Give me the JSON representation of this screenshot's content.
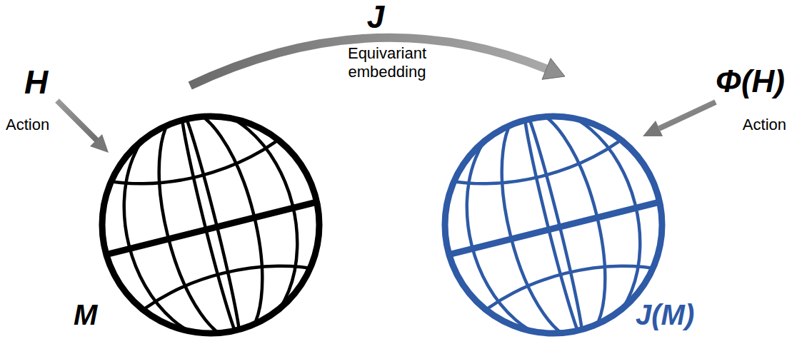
{
  "diagram": {
    "nodes": [
      {
        "text": [
          "M"
        ]
      },
      {
        "text": [
          "J(M)"
        ]
      }
    ],
    "edges": [
      {
        "from": 0,
        "to": 1,
        "arrow": "to",
        "label": "J"
      }
    ],
    "labels": [
      "H",
      "Action",
      "Equivariant embedding",
      "Φ(H)",
      "Action"
    ]
  }
}
